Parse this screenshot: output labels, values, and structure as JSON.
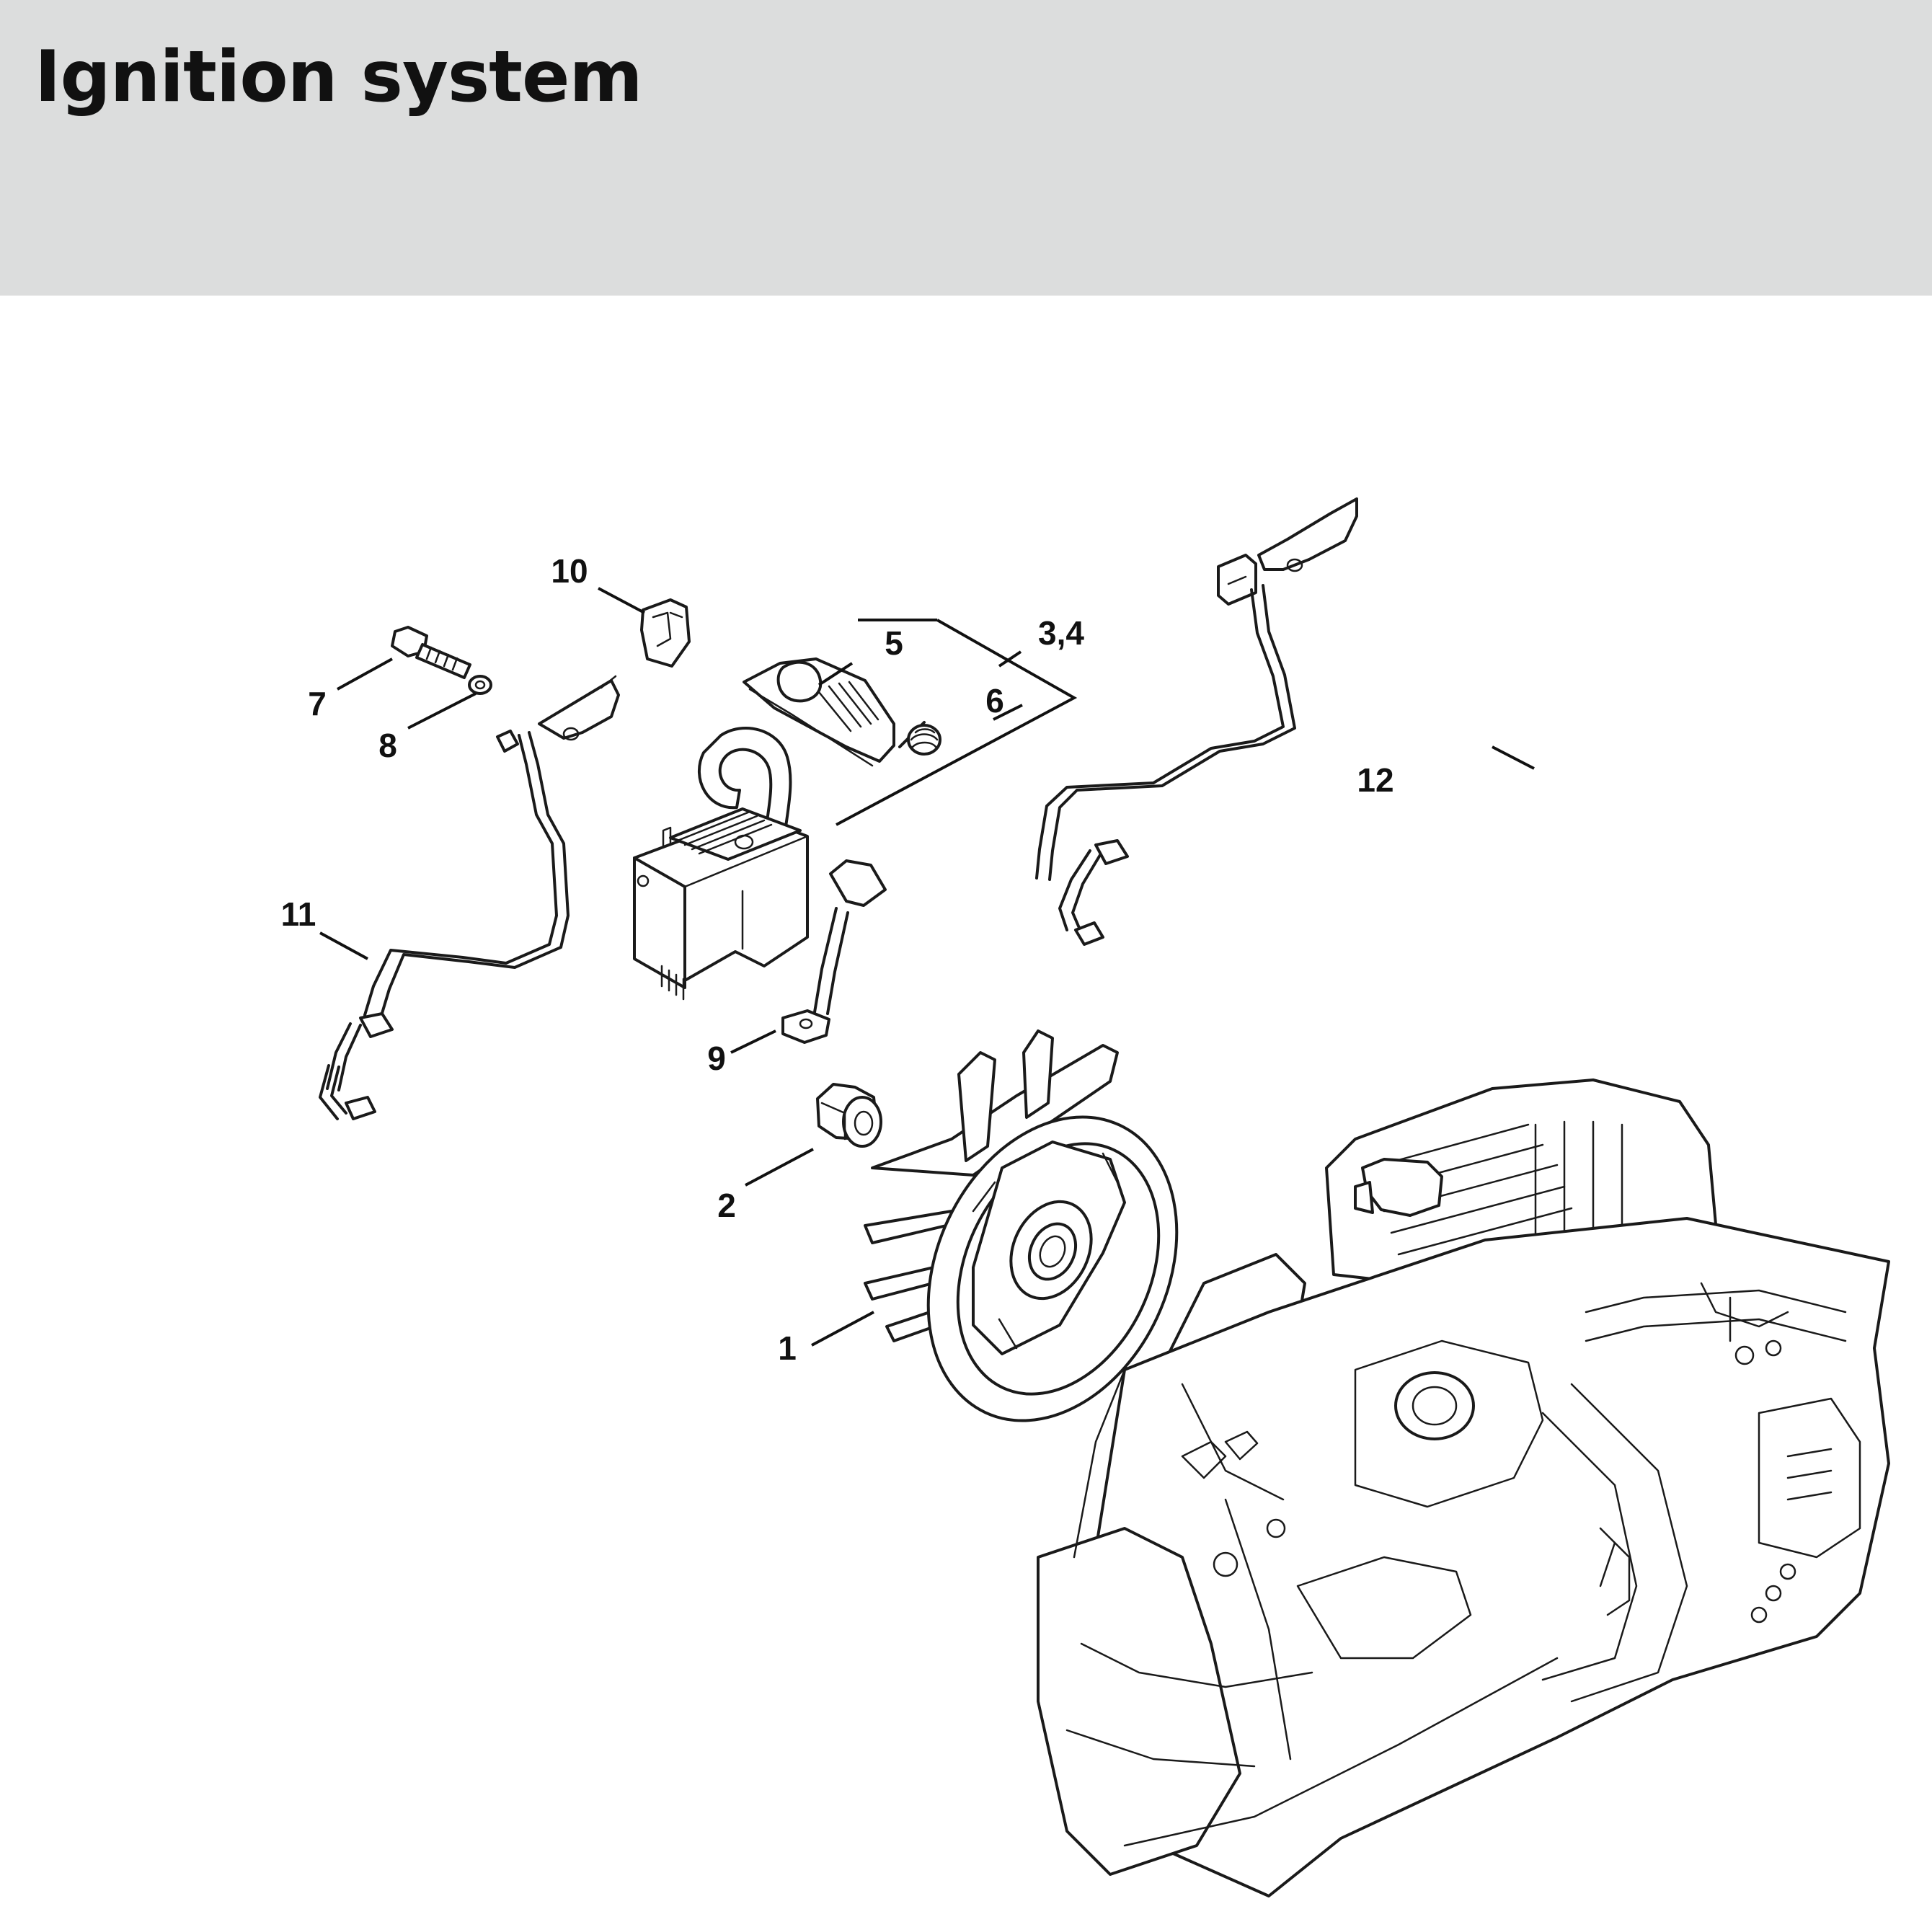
{
  "header": {
    "title": "Ignition system"
  },
  "callouts": [
    {
      "id": "1",
      "label": "1"
    },
    {
      "id": "2",
      "label": "2"
    },
    {
      "id": "3,4",
      "label": "3,4"
    },
    {
      "id": "5",
      "label": "5"
    },
    {
      "id": "6",
      "label": "6"
    },
    {
      "id": "7",
      "label": "7"
    },
    {
      "id": "8",
      "label": "8"
    },
    {
      "id": "9",
      "label": "9"
    },
    {
      "id": "10",
      "label": "10"
    },
    {
      "id": "11",
      "label": "11"
    },
    {
      "id": "12",
      "label": "12"
    }
  ]
}
